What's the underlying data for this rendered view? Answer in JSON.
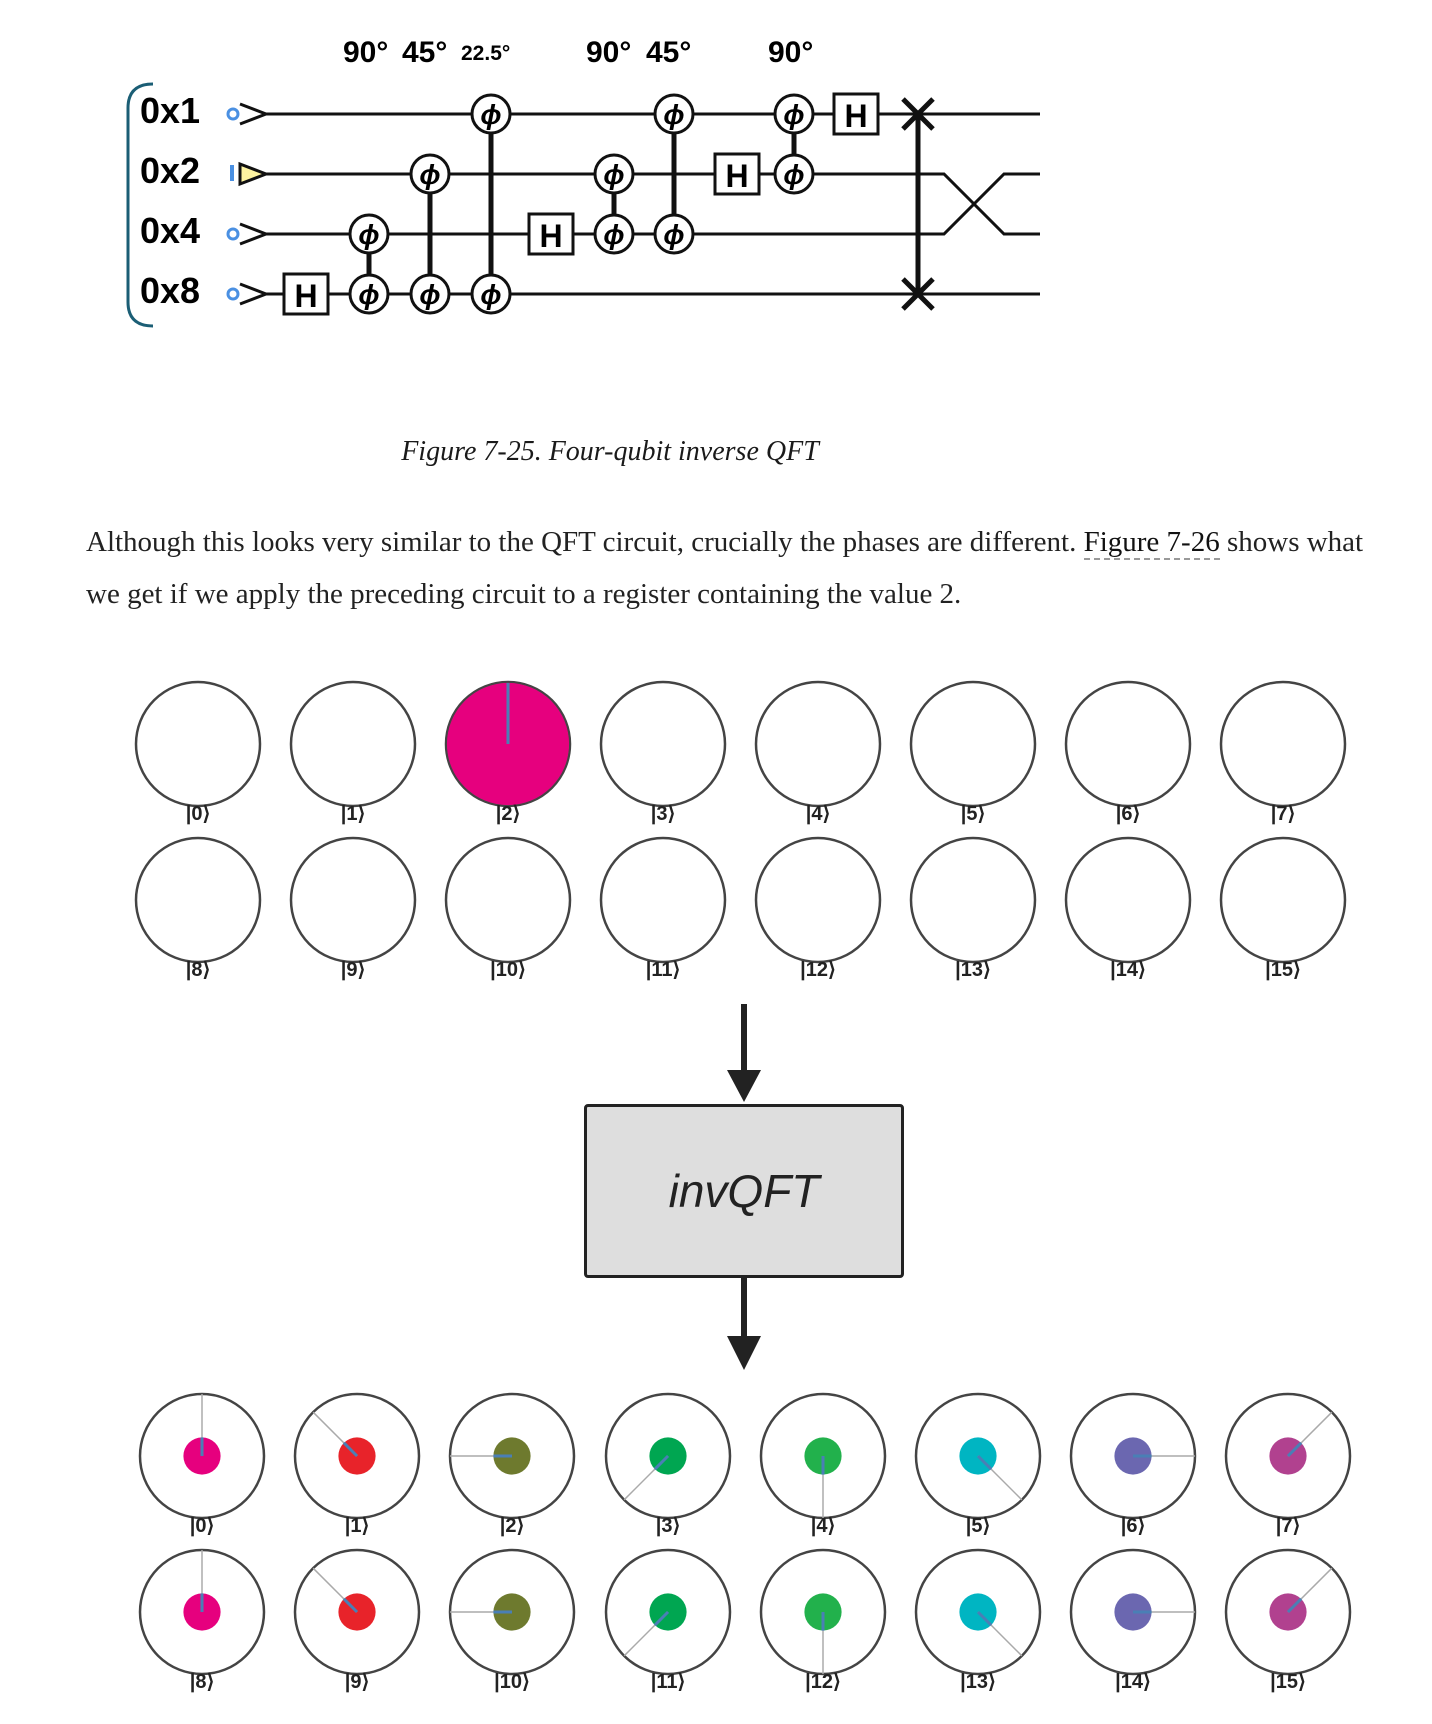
{
  "circuit": {
    "angle_labels": [
      "90°",
      "45°",
      "22.5°",
      "90°",
      "45°",
      "90°"
    ],
    "qubits": [
      "0x1",
      "0x2",
      "0x4",
      "0x8"
    ],
    "gate_h": "H",
    "gate_phase": "ϕ"
  },
  "figure_caption": "Figure 7-25. Four-qubit inverse QFT",
  "paragraph": {
    "text_before": "Although this looks very similar to the QFT circuit, crucially the phases are different. ",
    "link": "Figure 7-26",
    "text_after": " shows what we get if we apply the preceding circuit to a register containing the value 2."
  },
  "input_state": {
    "kets": [
      "|0⟩",
      "|1⟩",
      "|2⟩",
      "|3⟩",
      "|4⟩",
      "|5⟩",
      "|6⟩",
      "|7⟩",
      "|8⟩",
      "|9⟩",
      "|10⟩",
      "|11⟩",
      "|12⟩",
      "|13⟩",
      "|14⟩",
      "|15⟩"
    ],
    "amplitude_fraction": [
      0,
      0,
      1,
      0,
      0,
      0,
      0,
      0,
      0,
      0,
      0,
      0,
      0,
      0,
      0,
      0
    ],
    "phase_deg": [
      0,
      0,
      0,
      0,
      0,
      0,
      0,
      0,
      0,
      0,
      0,
      0,
      0,
      0,
      0,
      0
    ],
    "colors": [
      "#e6007e",
      "#e6007e",
      "#e6007e",
      "#e6007e",
      "#e6007e",
      "#e6007e",
      "#e6007e",
      "#e6007e",
      "#e6007e",
      "#e6007e",
      "#e6007e",
      "#e6007e",
      "#e6007e",
      "#e6007e",
      "#e6007e",
      "#e6007e"
    ]
  },
  "operation_label": "invQFT",
  "output_state": {
    "kets": [
      "|0⟩",
      "|1⟩",
      "|2⟩",
      "|3⟩",
      "|4⟩",
      "|5⟩",
      "|6⟩",
      "|7⟩",
      "|8⟩",
      "|9⟩",
      "|10⟩",
      "|11⟩",
      "|12⟩",
      "|13⟩",
      "|14⟩",
      "|15⟩"
    ],
    "amplitude_fraction": [
      0.25,
      0.25,
      0.25,
      0.25,
      0.25,
      0.25,
      0.25,
      0.25,
      0.25,
      0.25,
      0.25,
      0.25,
      0.25,
      0.25,
      0.25,
      0.25
    ],
    "phase_deg": [
      0,
      -45,
      -90,
      -135,
      180,
      135,
      90,
      45,
      0,
      -45,
      -90,
      -135,
      180,
      135,
      90,
      45
    ],
    "colors": [
      "#e6007e",
      "#e8232a",
      "#6e7a2e",
      "#00a651",
      "#22b14c",
      "#00b5c2",
      "#6b67b0",
      "#b1418f",
      "#e6007e",
      "#e8232a",
      "#6e7a2e",
      "#00a651",
      "#22b14c",
      "#00b5c2",
      "#6b67b0",
      "#b1418f"
    ]
  },
  "colors": {
    "wire": "#111111",
    "bracket": "#1b5e75",
    "circle_marker": "#4a90e2",
    "yellow_marker": "#fdf3a0",
    "phase_line": "#4a7fb5"
  }
}
